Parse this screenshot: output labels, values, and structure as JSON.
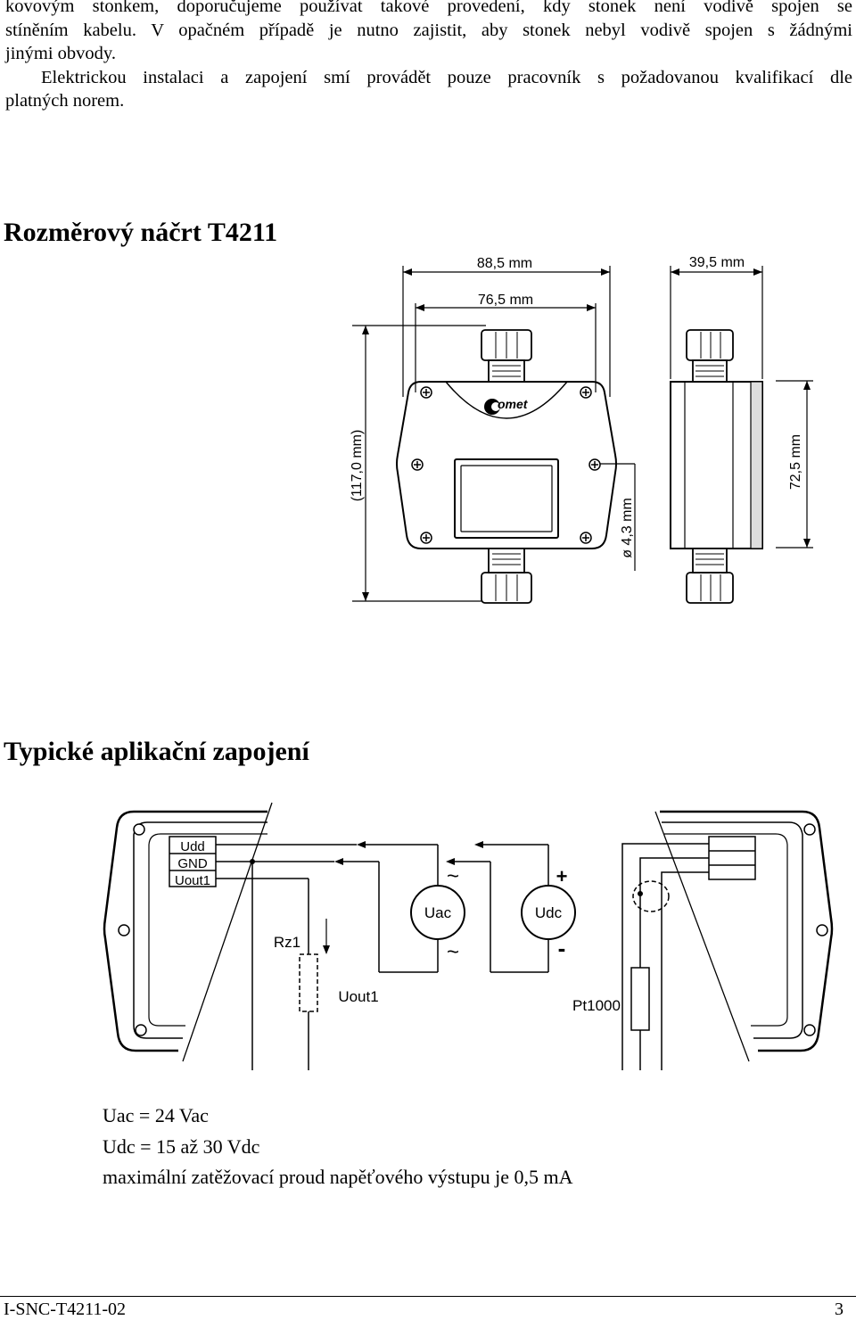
{
  "intro": {
    "line1": "kovovým stonkem, doporučujeme používat takové provedení, kdy stonek není vodivě spojen se",
    "line2": "stíněním kabelu. V opačném případě je nutno zajistit, aby stonek nebyl vodivě spojen s žádnými",
    "line3": "jinými obvody.",
    "line4": "Elektrickou instalaci a zapojení smí provádět pouze pracovník s požadovanou kvalifikací dle",
    "line5": "platných norem."
  },
  "dimension_section": {
    "title": "Rozměrový náčrt T4211",
    "width_outer": "88,5 mm",
    "width_inner": "76,5 mm",
    "depth": "39,5 mm",
    "height_total": "(117,0 mm)",
    "height_body": "72,5 mm",
    "hole_diameter": "ø 4,3 mm",
    "logo_text": "omet"
  },
  "wiring_section": {
    "title": "Typické aplikační zapojení",
    "terminal_udd": "Udd",
    "terminal_gnd": "GND",
    "terminal_uout1": "Uout1",
    "resistor_label": "Rz1",
    "output_label": "Uout1",
    "source_ac": "Uac",
    "source_dc": "Udc",
    "ac_symbol_top": "~",
    "ac_symbol_bottom": "~",
    "dc_plus": "+",
    "dc_minus": "-",
    "sensor_label": "Pt1000"
  },
  "notes": {
    "uac": "Uac = 24 Vac",
    "udc": "Udc = 15 až 30 Vdc",
    "max_current": "maximální zatěžovací proud napěťového výstupu je 0,5 mA"
  },
  "footer": {
    "doc_id": "I-SNC-T4211-02",
    "page_number": "3"
  }
}
